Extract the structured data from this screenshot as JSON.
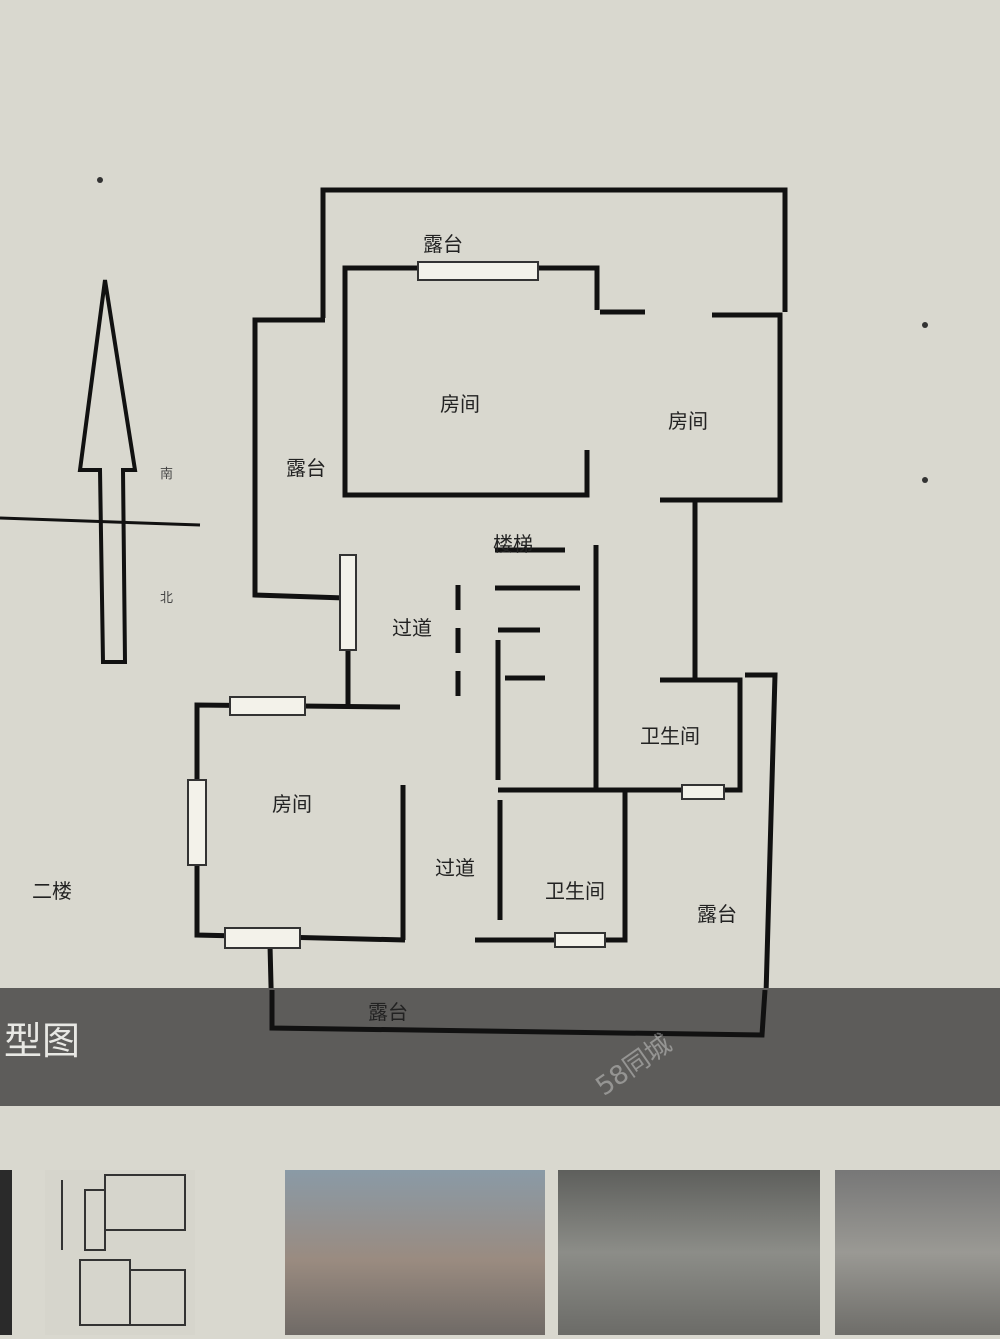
{
  "floor_plan": {
    "floor_label": "二楼",
    "compass": {
      "south": "南",
      "north": "北"
    },
    "rooms": [
      {
        "name": "露台"
      },
      {
        "name": "房间"
      },
      {
        "name": "房间"
      },
      {
        "name": "露台"
      },
      {
        "name": "楼梯"
      },
      {
        "name": "过道"
      },
      {
        "name": "房间"
      },
      {
        "name": "卫生间"
      },
      {
        "name": "过道"
      },
      {
        "name": "卫生间"
      },
      {
        "name": "露台"
      },
      {
        "name": "露台"
      }
    ]
  },
  "gallery": {
    "section_title": "户型图",
    "watermark": "58同城",
    "thumbnails": [
      {
        "kind": "floor-plan"
      },
      {
        "kind": "photo"
      },
      {
        "kind": "photo"
      },
      {
        "kind": "photo"
      }
    ]
  },
  "colors": {
    "background": "#d9d8cf",
    "wall": "#111111",
    "band": "#5d5c5a"
  }
}
